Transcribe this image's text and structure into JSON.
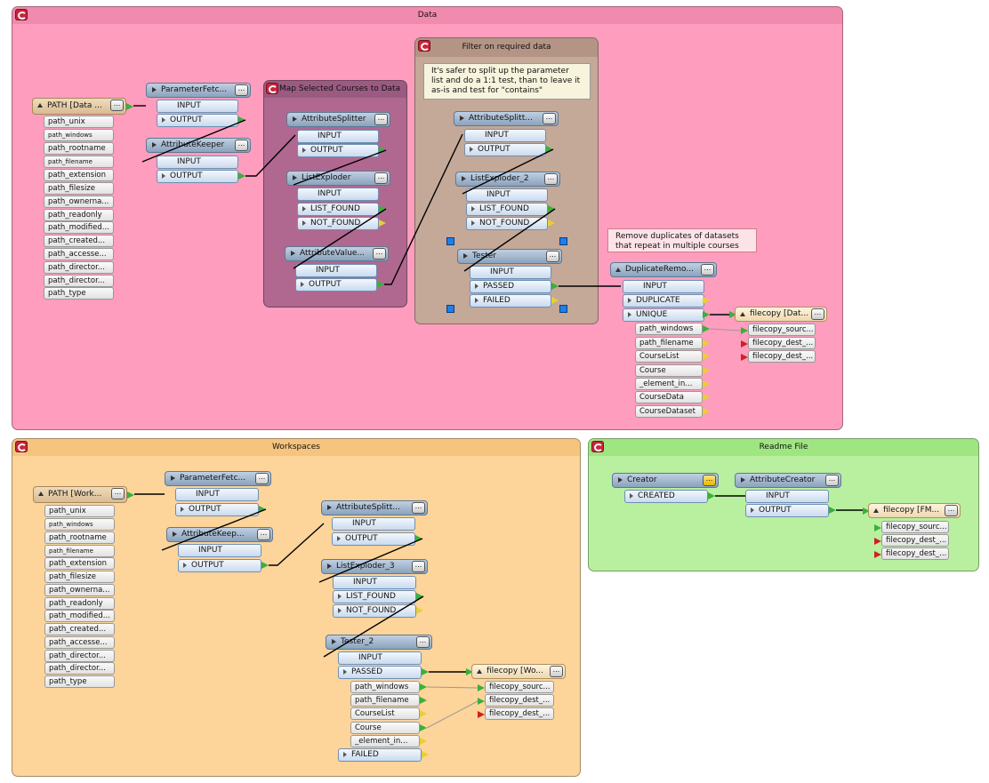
{
  "bookmarks": {
    "data": "Data",
    "map_courses": "Map Selected Courses to Data",
    "filter": "Filter on required data",
    "workspaces": "Workspaces",
    "readme": "Readme File"
  },
  "notes": {
    "split_tip": "It's safer to split up the parameter list and do a 1:1 test, than to leave it as-is and test for \"contains\"",
    "dup_tip": "Remove duplicates of datasets that repeat in multiple courses"
  },
  "path_attrs": [
    "path_unix",
    "path_windows",
    "path_rootname",
    "path_filename",
    "path_extension",
    "path_filesize",
    "path_ownerna...",
    "path_readonly",
    "path_modified...",
    "path_created...",
    "path_accesse...",
    "path_director...",
    "path_director...",
    "path_type"
  ],
  "data_section": {
    "reader": "PATH [Data ...",
    "param_fetcher": "ParameterFetc...",
    "attr_keeper": "AttributeKeeper",
    "attr_splitter": "AttributeSplitter",
    "list_exploder": "ListExploder",
    "attr_value_mapper": "AttributeValue...",
    "attr_splitter2": "AttributeSplitt...",
    "list_exploder2": "ListExploder_2",
    "tester": "Tester",
    "dup_remover": "DuplicateRemo...",
    "writer": "filecopy [Dat...",
    "dup_attrs": [
      "path_windows",
      "path_filename",
      "CourseList",
      "Course",
      "_element_in...",
      "CourseData",
      "CourseDataset"
    ],
    "writer_attrs": [
      "filecopy_sourc...",
      "filecopy_dest_...",
      "filecopy_dest_..."
    ]
  },
  "ports": {
    "input": "INPUT",
    "output": "OUTPUT",
    "list_found": "LIST_FOUND",
    "not_found": "NOT_FOUND",
    "passed": "PASSED",
    "failed": "FAILED",
    "duplicate": "DUPLICATE",
    "unique": "UNIQUE",
    "created": "CREATED"
  },
  "workspaces_section": {
    "reader": "PATH [Work...",
    "param_fetcher": "ParameterFetc...",
    "attr_keeper": "AttributeKeep...",
    "attr_splitter": "AttributeSplitt...",
    "list_exploder": "ListExploder_3",
    "tester": "Tester_2",
    "writer": "filecopy [Wo...",
    "tester_attrs": [
      "path_windows",
      "path_filename",
      "CourseList",
      "Course",
      "_element_in..."
    ],
    "writer_attrs": [
      "filecopy_sourc...",
      "filecopy_dest_...",
      "filecopy_dest_..."
    ]
  },
  "readme_section": {
    "creator": "Creator",
    "attr_creator": "AttributeCreator",
    "writer": "filecopy [FM...",
    "writer_attrs": [
      "filecopy_sourc...",
      "filecopy_dest_...",
      "filecopy_dest_..."
    ]
  },
  "colors": {
    "data_bg": "#ff9dbe",
    "data_title": "#f08aae",
    "map_bg": "#b06890",
    "map_title": "#9a5a82",
    "filter_bg": "#c4a898",
    "filter_title": "#b49484",
    "workspaces_bg": "#fdd49a",
    "workspaces_title": "#f6c47e",
    "readme_bg": "#b8f0a0",
    "readme_title": "#9fe582"
  }
}
